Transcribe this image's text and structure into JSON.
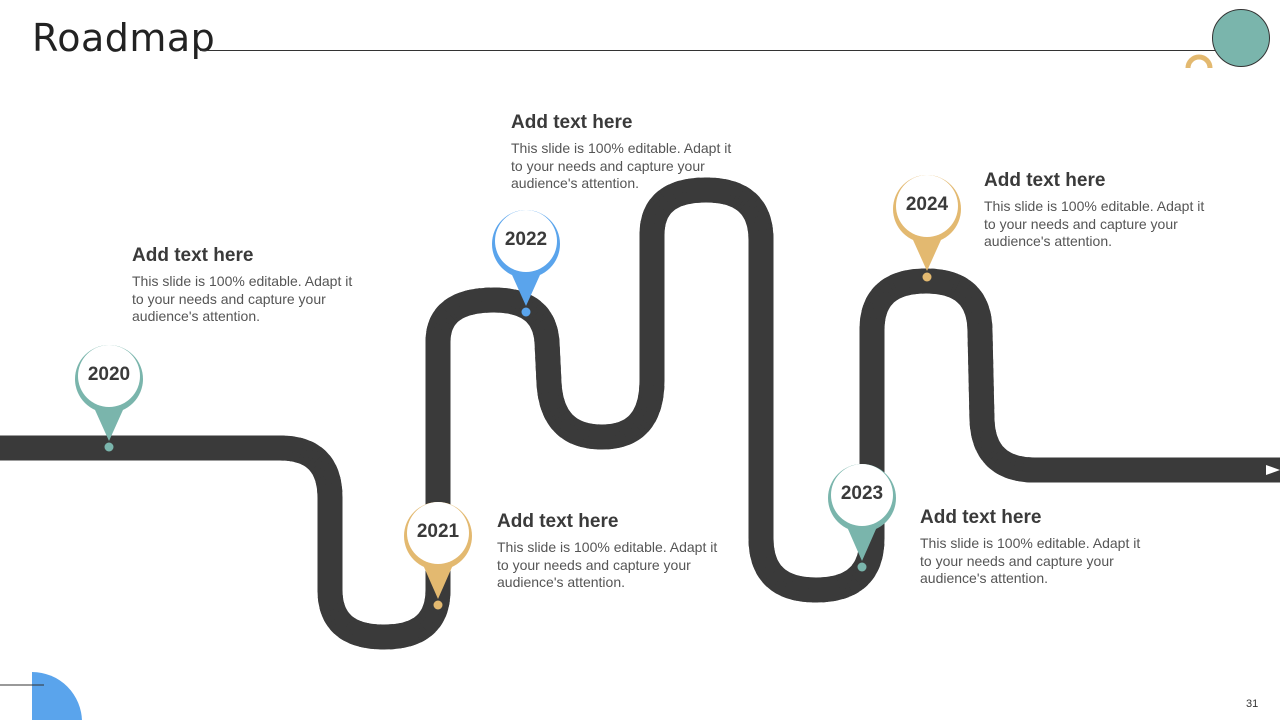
{
  "slide": {
    "title": "Roadmap",
    "page_number": "31"
  },
  "colors": {
    "teal": "#7ab5ac",
    "gold": "#e3b970",
    "blue": "#5aa4ec",
    "road": "#3a3a3a",
    "lane_marking": "#ffffff"
  },
  "milestones": [
    {
      "year": "2020",
      "color": "#7ab5ac",
      "heading": "Add text here",
      "body": "This slide is 100% editable. Adapt it to your needs and capture your audience's attention."
    },
    {
      "year": "2021",
      "color": "#e3b970",
      "heading": "Add text here",
      "body": "This slide is 100% editable. Adapt it to your needs and capture your audience's attention."
    },
    {
      "year": "2022",
      "color": "#5aa4ec",
      "heading": "Add text here",
      "body": "This slide is 100% editable. Adapt it to your needs and capture your audience's attention."
    },
    {
      "year": "2023",
      "color": "#7ab5ac",
      "heading": "Add text here",
      "body": "This slide is 100% editable. Adapt it to your needs and capture your audience's attention."
    },
    {
      "year": "2024",
      "color": "#e3b970",
      "heading": "Add text here",
      "body": "This slide is 100% editable. Adapt it to your needs and capture your audience's attention."
    }
  ]
}
